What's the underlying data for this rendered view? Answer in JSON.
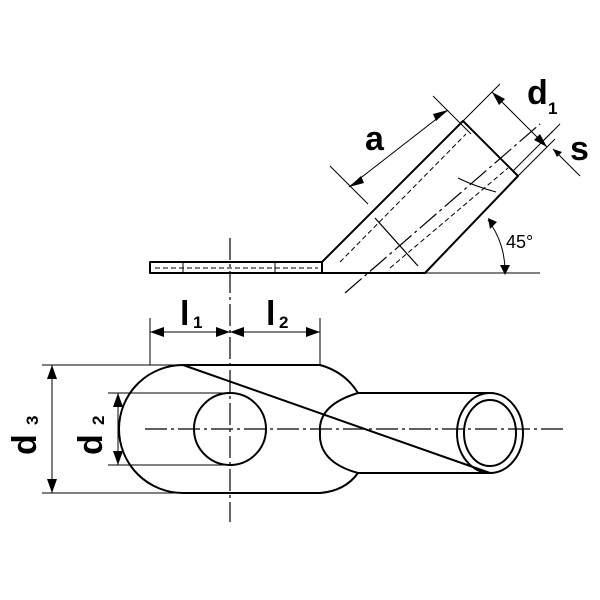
{
  "labels": {
    "a": "a",
    "d1_main": "d",
    "d1_sub": "1",
    "s": "s",
    "angle": "45°",
    "l1_main": "l",
    "l1_sub": "1",
    "l2_main": "l",
    "l2_sub": "2",
    "d2_main": "d",
    "d2_sub": "2",
    "d3_main": "d",
    "d3_sub": "3"
  }
}
